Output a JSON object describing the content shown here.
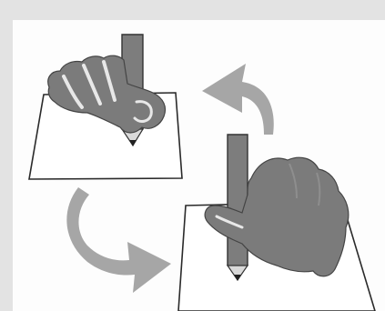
{
  "diagram": {
    "panels": [
      {
        "id": "top-left",
        "paper": true,
        "hand": "fist-holding-pencil",
        "pencil_tip": "down"
      },
      {
        "id": "bottom-right",
        "paper": true,
        "hand": "palm-holding-pencil",
        "pencil_tip": "down"
      }
    ],
    "arrows": [
      {
        "id": "arrow-top",
        "direction": "right-to-left",
        "color": "#9a9a9a"
      },
      {
        "id": "arrow-bottom",
        "direction": "left-to-right",
        "color": "#9a9a9a"
      }
    ],
    "colors": {
      "hand_fill": "#7b7b7b",
      "paper_line": "#2a2a2a",
      "arrow_fill": "#a6a6a6",
      "frame_border": "#e3e3e3",
      "background": "#fdfdfd"
    }
  }
}
